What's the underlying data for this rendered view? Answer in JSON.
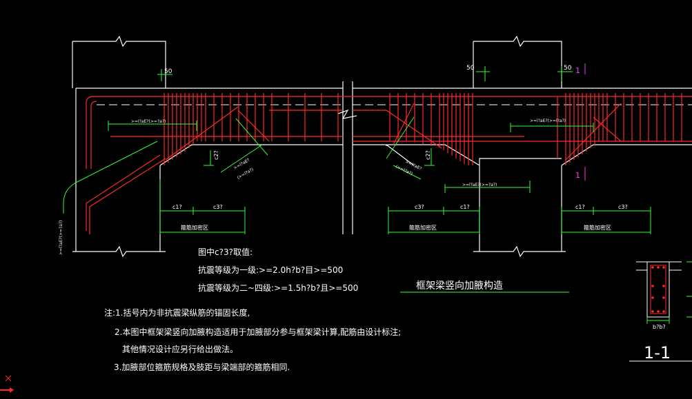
{
  "labels": {
    "dim_50_left": "50",
    "dim_50_mid": "50",
    "dim_50_right": "50",
    "mark_1_top": "1",
    "mark_1_bottom": "1",
    "anchor_top_left": ">=l?aE?(>=?a?)",
    "anchor_top_right": ">=l?aE?(>=l?a?)",
    "anchor_mid_right": ">=l?aE?(>=?a?)",
    "anchor_diag_left_1": ">=l?aE?",
    "anchor_diag_left_2": "(>=l?a?)",
    "anchor_diag_mid_1": ">=l?aE?",
    "anchor_diag_mid_2": "(>=l?a?)",
    "anchor_vertical": ">=l?aE?(>=?a?)",
    "c2_left": "c2?",
    "c2_mid": "c2?",
    "c1_left": "c1?",
    "c3_left": "c3?",
    "c3_mid": "c3?",
    "c1_mid": "c1?",
    "c1_right": "c1?",
    "c3_right": "c3?",
    "zone_left": "箍筋加密区",
    "zone_mid": "箍筋加密区",
    "zone_right": "箍筋加密区",
    "b_dim": "b?b?"
  },
  "c3_note": {
    "title": "图中c?3?取值:",
    "line1": "抗震等级为一级:>=2.0h?b?目>=500",
    "line2": "抗震等级为二~四级:>=1.5h?b?且>=500"
  },
  "drawing_title": "框架梁竖向加腋构造",
  "section_title": "1-1",
  "notes": {
    "n1": "注:1.括号内为非抗震梁纵筋的锚固长度,",
    "n2": "2.本图中框架梁竖向加腋构造适用于加腋部分参与框架梁计算,配筋由设计标注;",
    "n2b": "其他情况设计应另行给出做法。",
    "n3": "3.加腋部位箍筋规格及肢距与梁端部的箍筋相同."
  },
  "colors": {
    "structure": "#ffffff",
    "rebar": "#ff2a2a",
    "dimension": "#33ff33",
    "mark": "#ff33ff",
    "background": "#000000"
  },
  "icons": {
    "ucs": "ucs-axis-icon"
  }
}
